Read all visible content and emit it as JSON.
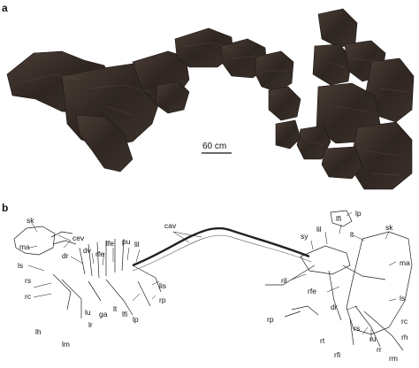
{
  "panels": {
    "a": {
      "letter": "a"
    },
    "b": {
      "letter": "b"
    }
  },
  "scale_bar": {
    "label": "60 cm"
  },
  "labels_left": [
    "sk",
    "cev",
    "ma",
    "ls",
    "rs",
    "rc",
    "lh",
    "lm",
    "lu",
    "lr",
    "dr",
    "dv",
    "rfe",
    "lfe",
    "pu",
    "lil",
    "ga",
    "lt",
    "lfi",
    "lp",
    "cav",
    "lis",
    "rp"
  ],
  "labels_right": [
    "sy",
    "lil",
    "lfi",
    "lp",
    "lt",
    "sk",
    "ma",
    "ril",
    "rfe",
    "ls",
    "rp",
    "dr",
    "rc",
    "rs",
    "ru",
    "rh",
    "rt",
    "rfi",
    "rr",
    "rm"
  ],
  "colors": {
    "fossil_dark": "#2e2521",
    "fossil_mid": "#3d322c",
    "fossil_light": "#574840",
    "ink": "#111111"
  }
}
